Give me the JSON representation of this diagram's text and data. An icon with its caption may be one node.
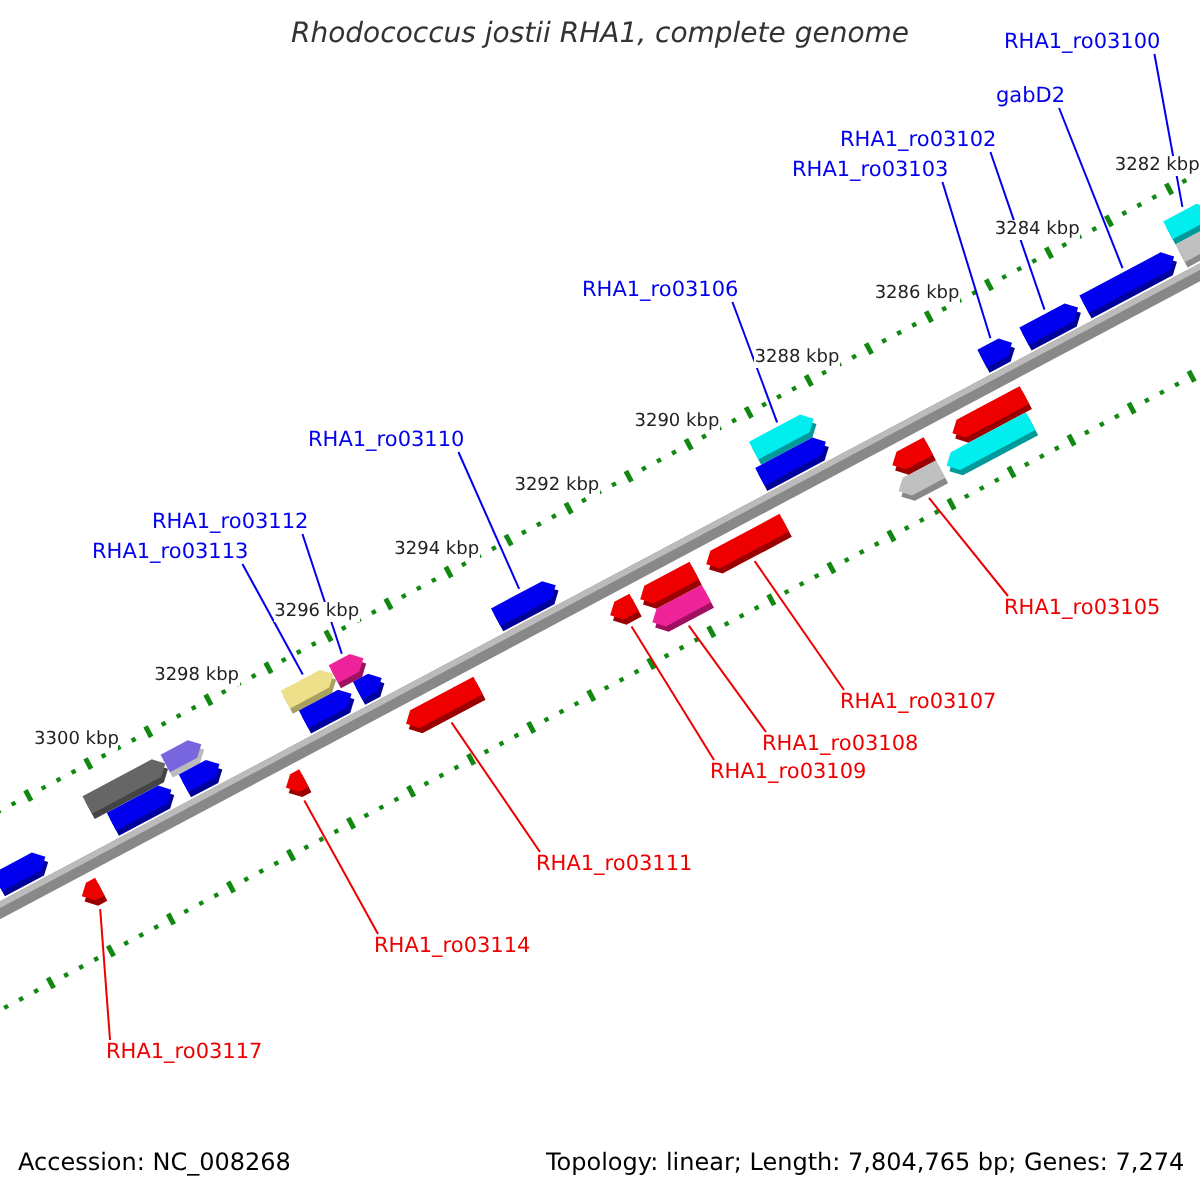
{
  "diagram": {
    "title": "Rhodococcus jostii RHA1, complete genome",
    "nodes": [
      {
        "text": [
          "RHA1_ro03100"
        ]
      },
      {
        "text": [
          "gabD2"
        ]
      },
      {
        "text": [
          "RHA1_ro03102"
        ]
      },
      {
        "text": [
          "RHA1_ro03103"
        ]
      },
      {
        "text": [
          "RHA1_ro03106"
        ]
      },
      {
        "text": [
          "RHA1_ro03110"
        ]
      },
      {
        "text": [
          "RHA1_ro03112"
        ]
      },
      {
        "text": [
          "RHA1_ro03113"
        ]
      },
      {
        "text": [
          "RHA1_ro03105"
        ]
      },
      {
        "text": [
          "RHA1_ro03107"
        ]
      },
      {
        "text": [
          "RHA1_ro03108"
        ]
      },
      {
        "text": [
          "RHA1_ro03109"
        ]
      },
      {
        "text": [
          "RHA1_ro03111"
        ]
      },
      {
        "text": [
          "RHA1_ro03114"
        ]
      },
      {
        "text": [
          "RHA1_ro03117"
        ]
      },
      {
        "text": [],
        "shape": "arrow"
      },
      {
        "text": [],
        "shape": "arrow"
      },
      {
        "text": [],
        "shape": "arrow"
      },
      {
        "text": [],
        "shape": "arrow"
      },
      {
        "text": [],
        "shape": "arrow"
      },
      {
        "text": [],
        "shape": "arrow"
      },
      {
        "text": [],
        "shape": "arrow"
      },
      {
        "text": [],
        "shape": "arrow"
      },
      {
        "text": [],
        "shape": "arrow"
      },
      {
        "text": [],
        "shape": "arrow"
      },
      {
        "text": [],
        "shape": "arrow"
      },
      {
        "text": [],
        "shape": "arrow"
      },
      {
        "text": [],
        "shape": "arrow"
      },
      {
        "text": [],
        "shape": "arrow"
      },
      {
        "text": [],
        "shape": "arrow"
      },
      {
        "text": [],
        "shape": "arrow"
      },
      {
        "text": [],
        "shape": "arrow"
      },
      {
        "text": [],
        "shape": "arrow"
      },
      {
        "text": [],
        "shape": "arrow"
      },
      {
        "text": [],
        "shape": "arrow"
      },
      {
        "text": [],
        "shape": "arrow"
      },
      {
        "text": [],
        "shape": "arrow"
      },
      {
        "text": [],
        "shape": "arrow"
      },
      {
        "text": [],
        "shape": "arrow"
      },
      {
        "text": [],
        "shape": "arrow"
      },
      {
        "text": [],
        "shape": "arrow"
      },
      {
        "text": [],
        "shape": "arrow"
      },
      {
        "text": [],
        "shape": "arrow"
      }
    ],
    "edges": [
      {
        "from": 0,
        "to": 41,
        "arrow": "none"
      },
      {
        "from": 1,
        "to": 40,
        "arrow": "none"
      },
      {
        "from": 2,
        "to": 39,
        "arrow": "none"
      },
      {
        "from": 3,
        "to": 38,
        "arrow": "none"
      },
      {
        "from": 4,
        "to": 32,
        "arrow": "none"
      },
      {
        "from": 5,
        "to": 27,
        "arrow": "none"
      },
      {
        "from": 6,
        "to": 24,
        "arrow": "none"
      },
      {
        "from": 7,
        "to": 22,
        "arrow": "none"
      },
      {
        "from": 8,
        "to": 34,
        "arrow": "none",
        "color": "#ee0000"
      },
      {
        "from": 9,
        "to": 31,
        "arrow": "none",
        "color": "#ee0000"
      },
      {
        "from": 10,
        "to": 29,
        "arrow": "none",
        "color": "#ee0000"
      },
      {
        "from": 11,
        "to": 28,
        "arrow": "none",
        "color": "#ee0000"
      },
      {
        "from": 12,
        "to": 26,
        "arrow": "none",
        "color": "#ee0000"
      },
      {
        "from": 13,
        "to": 21,
        "arrow": "none",
        "color": "#ee0000"
      },
      {
        "from": 14,
        "to": 16,
        "arrow": "none",
        "color": "#ee0000"
      }
    ],
    "labels": [
      "3282 kbp",
      "3284 kbp",
      "3286 kbp",
      "3288 kbp",
      "3290 kbp",
      "3292 kbp",
      "3294 kbp",
      "3296 kbp",
      "3298 kbp",
      "3300 kbp",
      "Accession: NC_008268",
      "Topology: linear; Length: 7,804,765 bp; Genes: 7,274"
    ]
  }
}
